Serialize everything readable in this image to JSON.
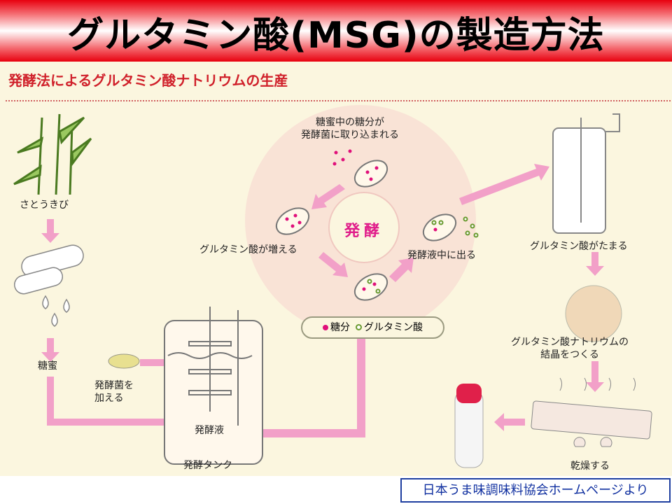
{
  "slide": {
    "title": "グルタミン酸(MSG)の製造方法",
    "credit": "日本うま味調味料協会ホームページより"
  },
  "diagram": {
    "subtitle": "発酵法によるグルタミン酸ナトリウムの生産",
    "labels": {
      "sugarcane": "さとうきび",
      "molasses": "糖蜜",
      "add_bacteria_1": "発酵菌を",
      "add_bacteria_2": "加える",
      "broth": "発酵液",
      "tank": "発酵タンク",
      "uptake_1": "糖蜜中の糖分が",
      "uptake_2": "発酵菌に取り込まれる",
      "increase": "グルタミン酸が増える",
      "fermentation": "発酵",
      "release": "発酵液中に出る",
      "accumulate": "グルタミン酸がたまる",
      "crystal_1": "グルタミン酸ナトリウムの",
      "crystal_2": "結晶をつくる",
      "dry": "乾燥する"
    },
    "legend": {
      "sugar": "糖分",
      "glutamate": "グルタミン酸"
    },
    "colors": {
      "arrow": "#f2a0c8",
      "sugar": "#e0107a",
      "glutamate": "#6a9a30",
      "title": "#d0202a"
    }
  }
}
